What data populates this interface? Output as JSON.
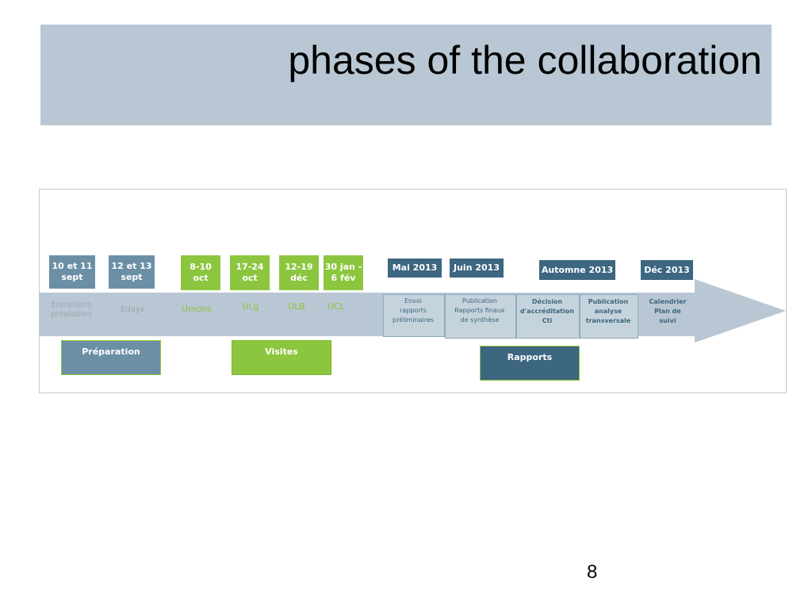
{
  "slide": {
    "title": "phases of the collaboration",
    "page_number": "8",
    "colors": {
      "title_band": "#b8c7d3",
      "arrow": "#b8c7d3",
      "slate": "#6b8fa5",
      "green": "#8cc63f",
      "navy": "#3d6680"
    }
  },
  "timeline": {
    "dates": [
      {
        "label": "10 et 11\nsept"
      },
      {
        "label": "12 et 13\nsept"
      },
      {
        "label": "8-10\noct"
      },
      {
        "label": "17-24\noct"
      },
      {
        "label": "12-19\ndéc"
      },
      {
        "label": "30 jan -\n6 fév"
      },
      {
        "label": "Mai 2013"
      },
      {
        "label": "Juin 2013"
      },
      {
        "label": "Automne 2013"
      },
      {
        "label": "Déc 2013"
      }
    ],
    "events": [
      {
        "label": "Entretiens\npréalables"
      },
      {
        "label": "Edays"
      },
      {
        "label": "Umons"
      },
      {
        "label": "ULg"
      },
      {
        "label": "ULB"
      },
      {
        "label": "UCL"
      },
      {
        "label": "Envoi\nrapports\npréliminaires"
      },
      {
        "label": "Publication\nRapports finaux\nde synthèse"
      },
      {
        "label": "Décision\nd'accréditation\nCti"
      },
      {
        "label": "Publication\nanalyse\ntransversale"
      },
      {
        "label": "Calendrier\nPlan de\nsuivi"
      }
    ],
    "phases": [
      {
        "label": "Préparation"
      },
      {
        "label": "Visites"
      },
      {
        "label": "Rapports"
      }
    ]
  }
}
